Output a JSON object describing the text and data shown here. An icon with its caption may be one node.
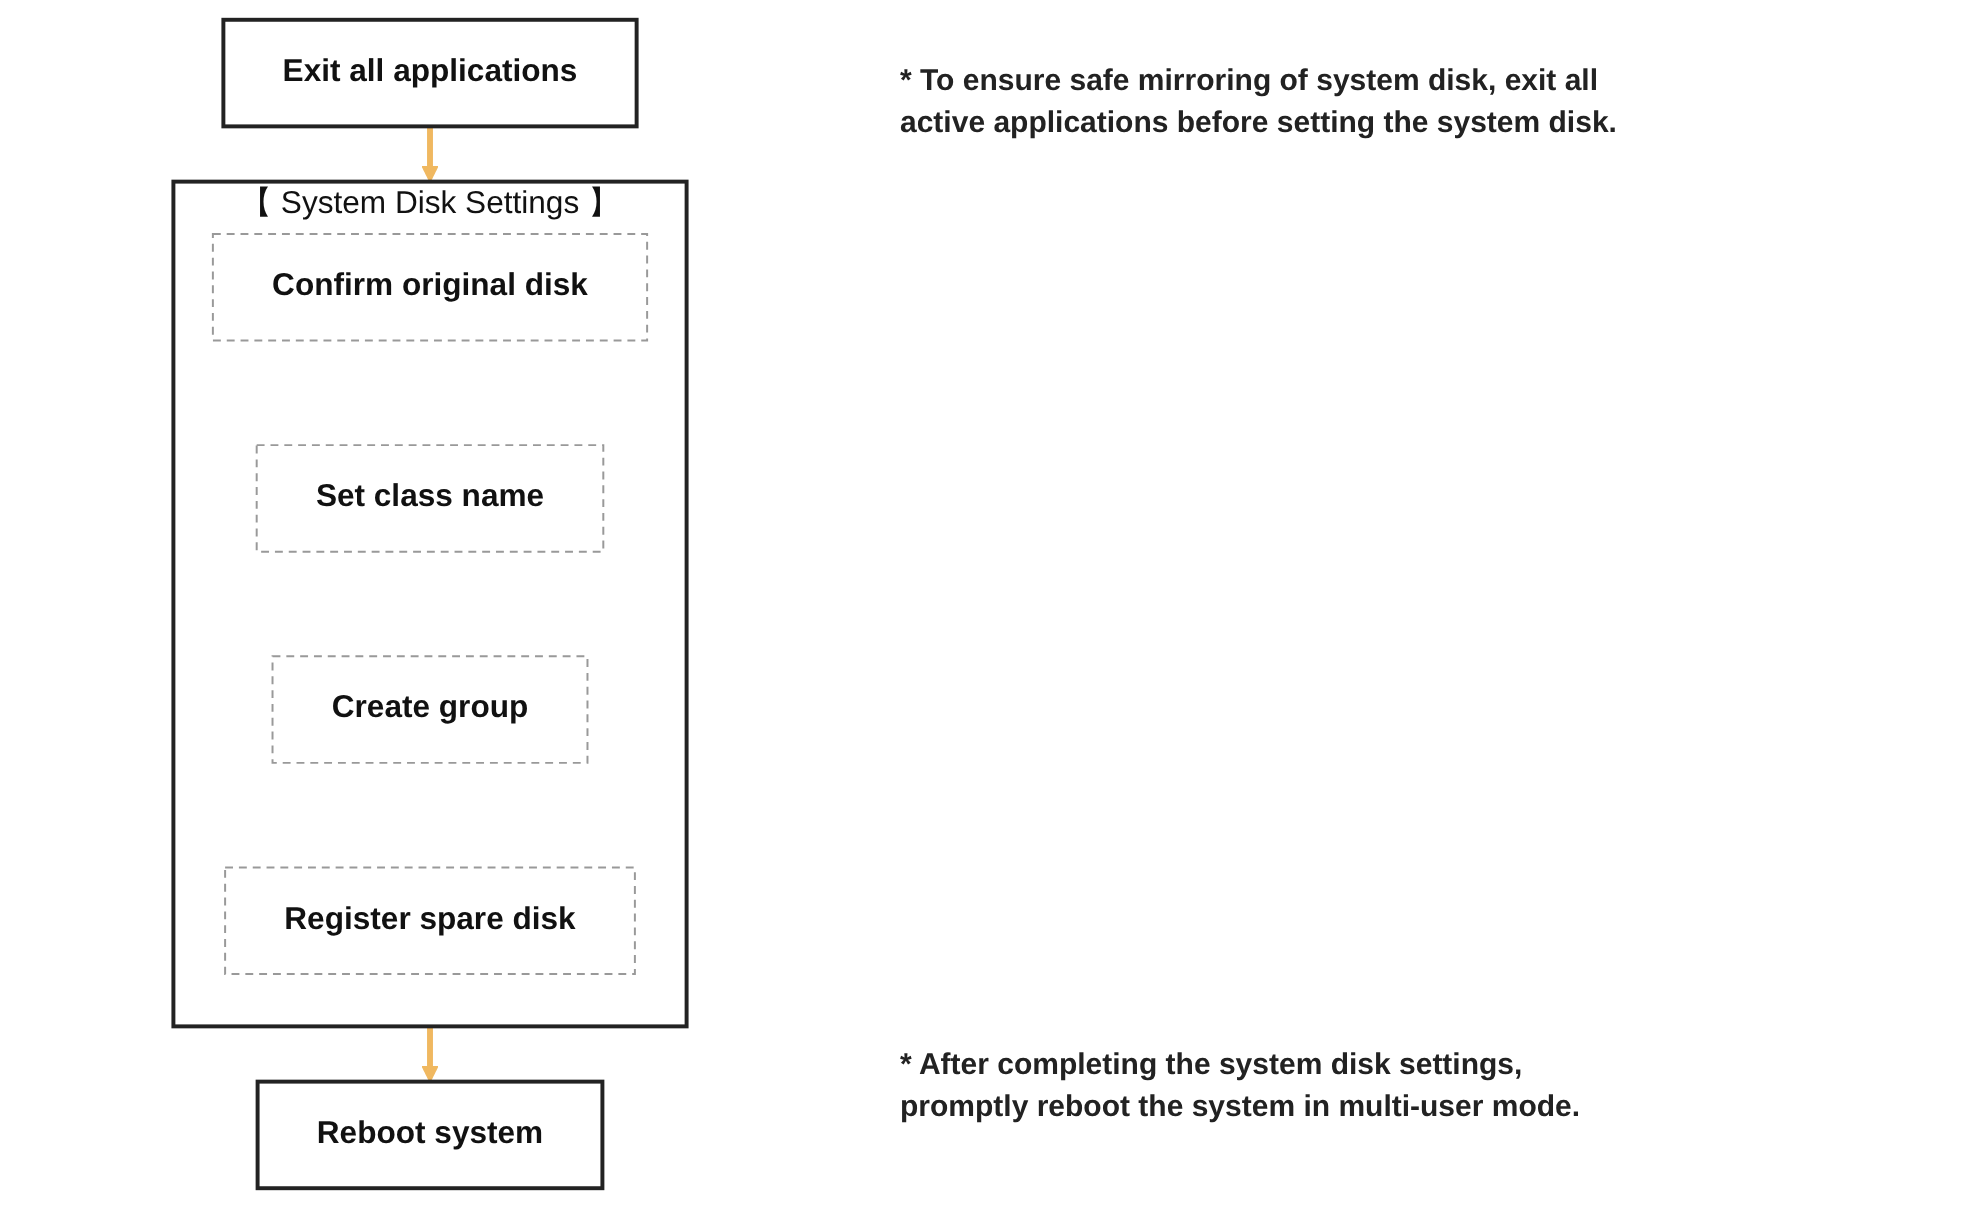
{
  "diagram": {
    "nodes": [
      {
        "text": [
          "Exit all applications"
        ]
      },
      {
        "text": [
          "【 System Disk Settings 】"
        ]
      },
      {
        "text": [
          "Confirm original disk"
        ],
        "in": 1
      },
      {
        "text": [
          "Set class name"
        ],
        "in": 1
      },
      {
        "text": [
          "Create group"
        ],
        "in": 1
      },
      {
        "text": [
          "Register spare disk"
        ],
        "in": 1
      },
      {
        "text": [
          "Reboot system"
        ]
      }
    ],
    "edges": [
      {
        "from": 0,
        "to": 1,
        "arrow": "to"
      },
      {
        "from": 1,
        "to": 6,
        "arrow": "to"
      }
    ],
    "labels": [
      "* To ensure safe mirroring of system disk, exit all active applications before setting the system disk.",
      "* After completing the system disk settings, promptly reboot the system in multi-user mode."
    ]
  }
}
